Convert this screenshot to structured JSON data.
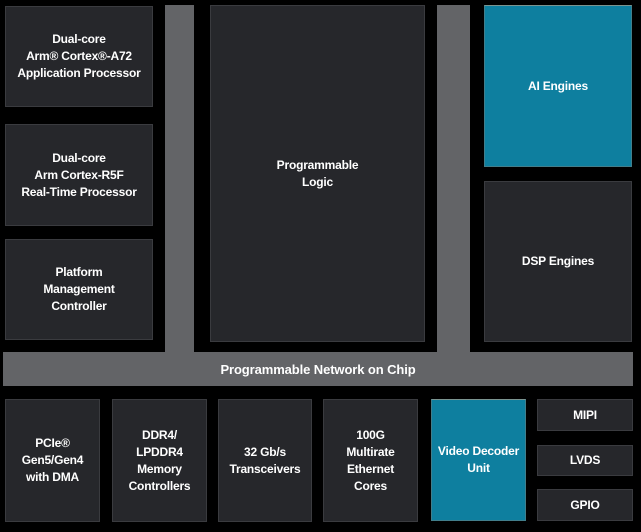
{
  "colors": {
    "background": "#000000",
    "block_fill": "#26272b",
    "block_border": "#3a3b3f",
    "bus_gray": "#636467",
    "accent_teal": "#0e7f9f",
    "text": "#ffffff"
  },
  "blocks": {
    "a72": {
      "label": "Dual-core\nArm® Cortex®-A72\nApplication Processor"
    },
    "r5f": {
      "label": "Dual-core\nArm Cortex-R5F\nReal-Time Processor"
    },
    "pmc": {
      "label": "Platform\nManagement\nController"
    },
    "pl": {
      "label": "Programmable\nLogic"
    },
    "ai": {
      "label": "AI Engines"
    },
    "dsp": {
      "label": "DSP Engines"
    },
    "noc": {
      "label": "Programmable Network on Chip"
    },
    "pcie": {
      "label": "PCIe®\nGen5/Gen4\nwith DMA"
    },
    "ddr": {
      "label": "DDR4/\nLPDDR4\nMemory\nControllers"
    },
    "xcvr": {
      "label": "32 Gb/s\nTransceivers"
    },
    "eth": {
      "label": "100G\nMultirate\nEthernet\nCores"
    },
    "vdu": {
      "label": "Video Decoder\nUnit"
    },
    "mipi": {
      "label": "MIPI"
    },
    "lvds": {
      "label": "LVDS"
    },
    "gpio": {
      "label": "GPIO"
    }
  }
}
